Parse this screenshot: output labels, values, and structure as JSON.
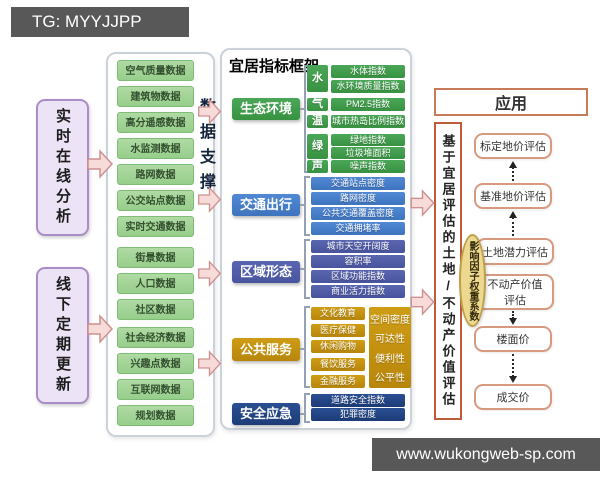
{
  "watermarks": {
    "top": "TG: MYYJJPP",
    "bottom": "www.wukongweb-sp.com"
  },
  "left_flows": [
    {
      "label": "实时在线分析"
    },
    {
      "label": "线下定期更新"
    }
  ],
  "data_support": {
    "vertical_label": "数据支撑",
    "items": [
      "空气质量数据",
      "建筑物数据",
      "高分遥感数据",
      "水监测数据",
      "路网数据",
      "公交站点数据",
      "实时交通数据",
      "街景数据",
      "人口数据",
      "社区数据",
      "社会经济数据",
      "兴趣点数据",
      "互联网数据",
      "规划数据"
    ]
  },
  "framework": {
    "title": "宜居指标框架",
    "categories": [
      {
        "label": "生态环境",
        "sub_labels": [
          "水",
          "气",
          "温",
          "绿",
          "声"
        ],
        "items": [
          "水体指数",
          "水环境质量指数",
          "PM2.5指数",
          "城市热岛比例指数",
          "绿地指数",
          "垃圾堆面积",
          "噪声指数"
        ]
      },
      {
        "label": "交通出行",
        "items": [
          "交通站点密度",
          "路网密度",
          "公共交通覆盖密度",
          "交通拥堵率"
        ]
      },
      {
        "label": "区域形态",
        "items": [
          "城市天空开阔度",
          "容积率",
          "区域功能指数",
          "商业活力指数"
        ]
      },
      {
        "label": "公共服务",
        "items": [
          "文化教育",
          "医疗保健",
          "休闲购物",
          "餐饮服务",
          "金融服务"
        ],
        "metrics": [
          "空间密度",
          "可达性",
          "便利性",
          "公平性"
        ]
      },
      {
        "label": "安全应急",
        "items": [
          "道路安全指数",
          "犯罪密度"
        ]
      }
    ]
  },
  "application": {
    "title": "应用",
    "vertical_label": "基于宜居评估的土地/不动产价值评估",
    "ellipse_label": "影响因子权重系数",
    "flow_up": [
      "标定地价评估",
      "基准地价评估",
      "土地潜力评估"
    ],
    "flow_down": [
      "不动产价值评估",
      "楼面价",
      "成交价"
    ]
  },
  "colors": {
    "watermark_bar": "#585858",
    "data_box_green": "#a0d295",
    "eco_green": "#3f9d4b",
    "traffic_blue": "#4680cb",
    "region_indigo": "#5059a5",
    "public_gold": "#c2900f",
    "safety_navy": "#1f4080",
    "left_box_fill": "#ece4f6",
    "left_box_border": "#a98cc8",
    "arrow_pink": "#f6dbd9",
    "application_border": "#c46a44",
    "flow_box_border": "#d79a80",
    "ellipse_fill": "#edd88f"
  }
}
